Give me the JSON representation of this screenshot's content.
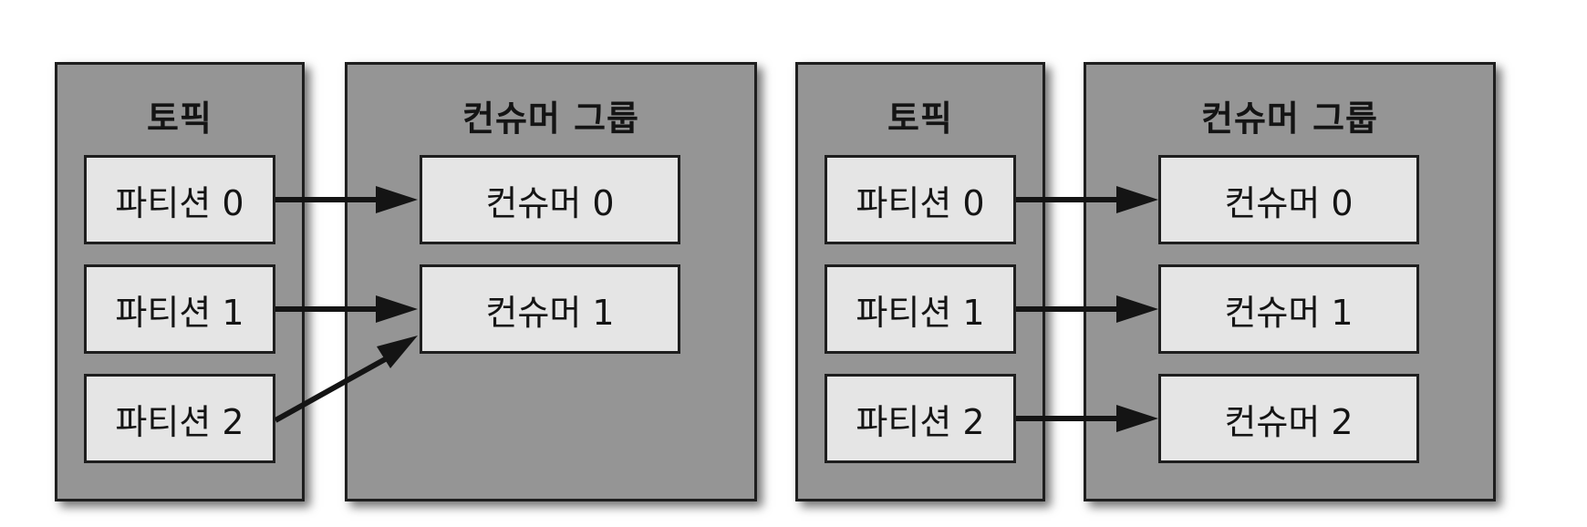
{
  "left": {
    "topic_title": "토픽",
    "group_title": "컨슈머 그룹",
    "partitions": [
      "파티션 0",
      "파티션 1",
      "파티션 2"
    ],
    "consumers": [
      "컨슈머 0",
      "컨슈머 1"
    ]
  },
  "right": {
    "topic_title": "토픽",
    "group_title": "컨슈머 그룹",
    "partitions": [
      "파티션 0",
      "파티션 1",
      "파티션 2"
    ],
    "consumers": [
      "컨슈머 0",
      "컨슈머 1",
      "컨슈머 2"
    ]
  },
  "colors": {
    "panel": "#959595",
    "box": "#e5e5e5",
    "border": "#1e1e1e",
    "arrow": "#141414"
  }
}
